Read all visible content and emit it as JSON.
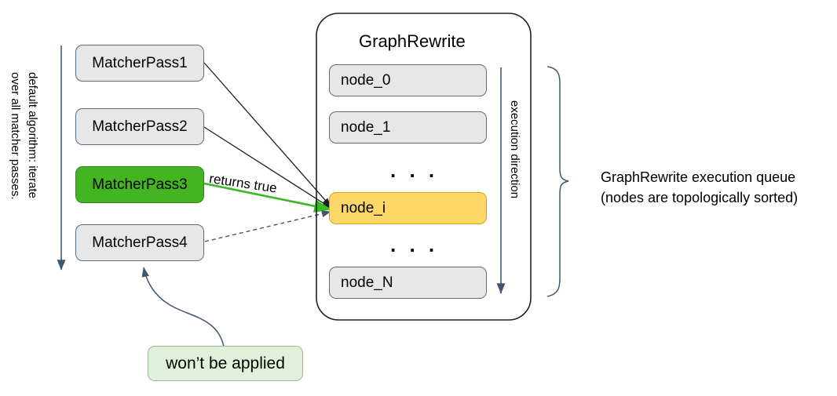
{
  "diagram": {
    "title_text": "GraphRewrite",
    "passes": [
      {
        "label": "MatcherPass1",
        "state": "normal"
      },
      {
        "label": "MatcherPass2",
        "state": "normal"
      },
      {
        "label": "MatcherPass3",
        "state": "matched"
      },
      {
        "label": "MatcherPass4",
        "state": "skipped"
      }
    ],
    "nodes": [
      {
        "label": "node_0",
        "state": "normal"
      },
      {
        "label": "node_1",
        "state": "normal"
      },
      {
        "label": "node_i",
        "state": "current"
      },
      {
        "label": "node_N",
        "state": "normal"
      }
    ],
    "ellipsis_text": ". . .",
    "labels": {
      "left_axis": "default algorithm: iterate\nover all matcher passes.",
      "execution_direction": "execution direction",
      "returns_true": "returns true",
      "queue_note": "GraphRewrite execution queue\n(nodes are topologically sorted)",
      "wont_be_applied": "won’t be applied"
    },
    "colors": {
      "matched_pass_fill": "#43b521",
      "matched_pass_stroke": "#3a7d23",
      "current_node_fill": "#ffd766",
      "current_node_stroke": "#d9a21b",
      "note_fill": "#e2efda",
      "note_stroke": "#9fb79a",
      "box_fill": "#e7e7e7",
      "box_stroke": "#5a6b80",
      "arrow_dark": "#1f1f1f",
      "arrow_blue": "#3f5670",
      "arrow_green": "#36bb20"
    }
  }
}
